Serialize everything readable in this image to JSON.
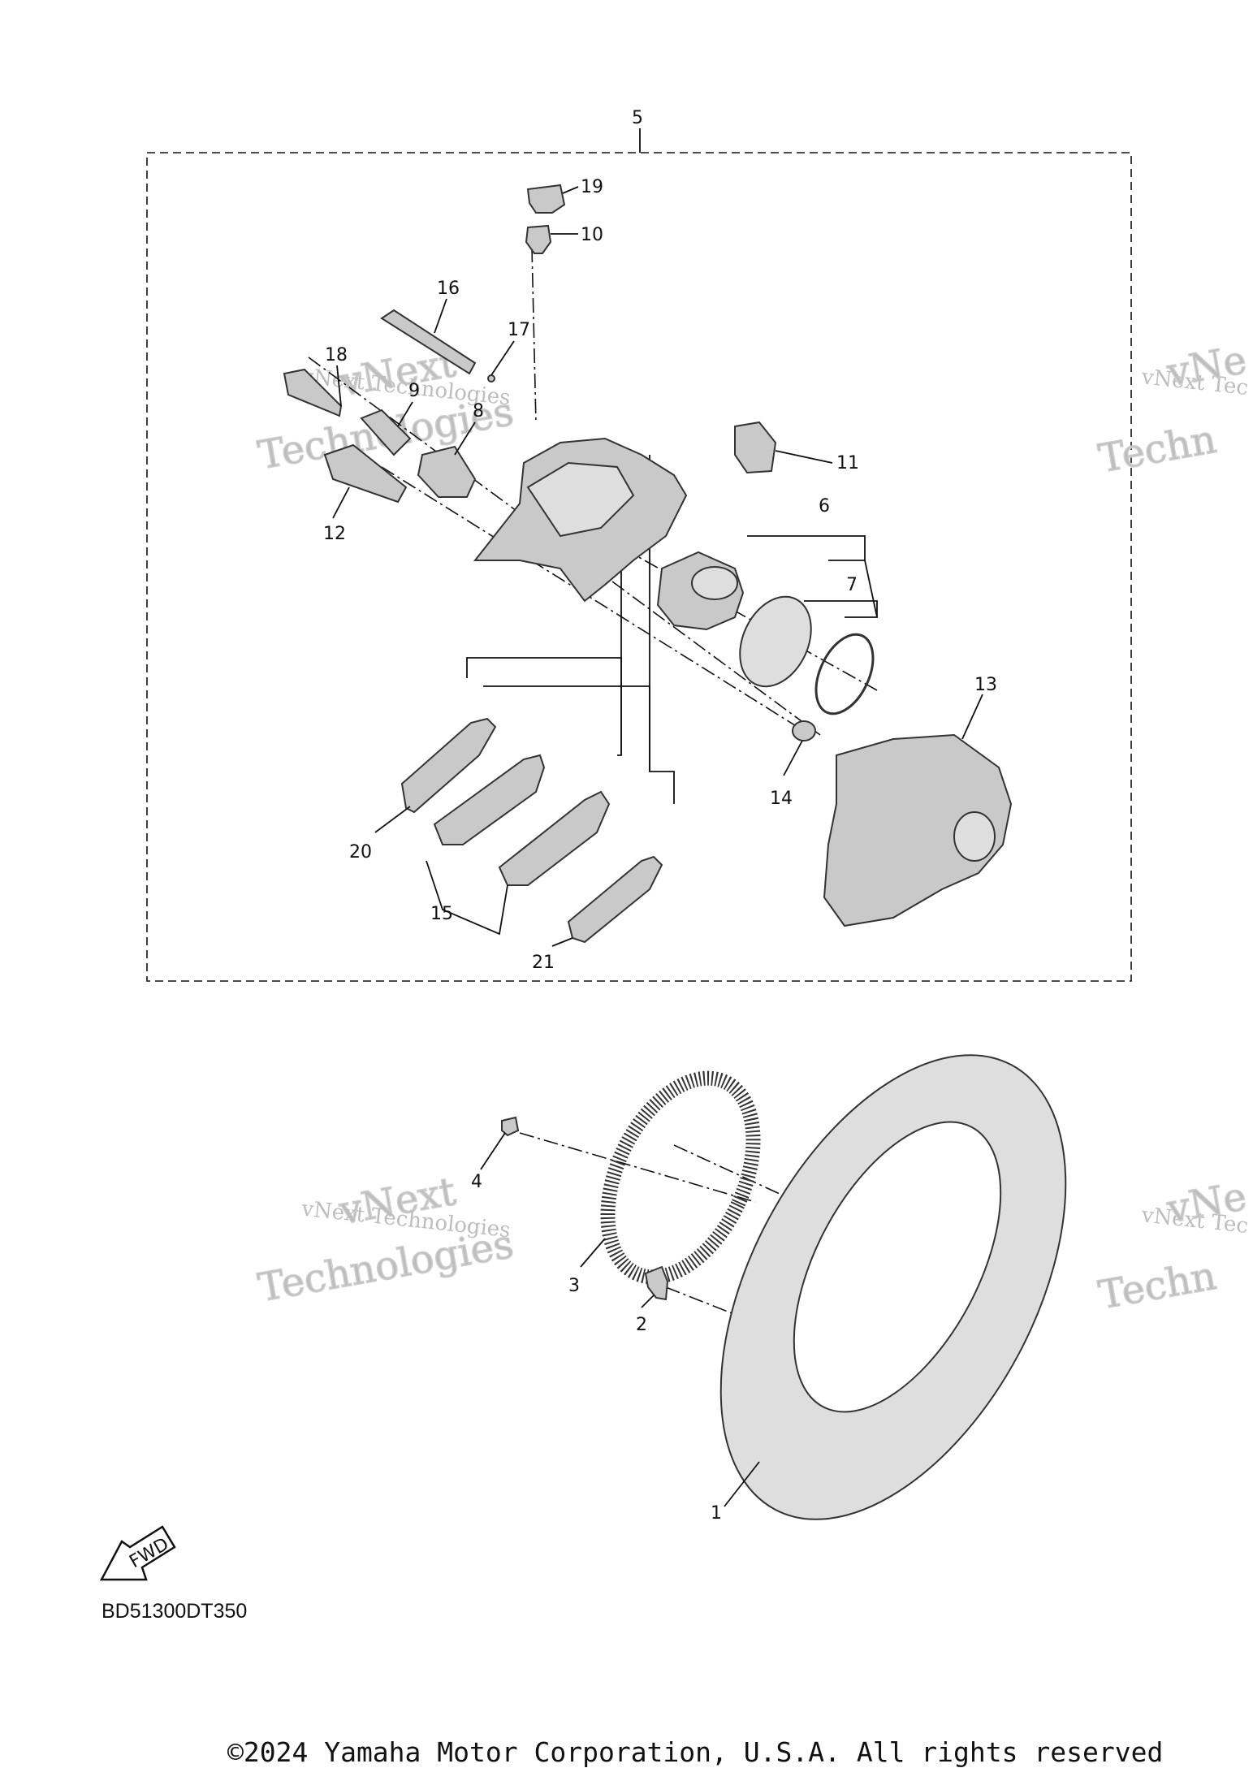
{
  "diagram_code": "BD51300DT350",
  "copyright": "©2024 Yamaha Motor Corporation, U.S.A. All rights reserved",
  "watermark": {
    "line1": "vNext Technologies",
    "line2": "vNext",
    "line3": "Technologies",
    "partial_line1": "vNext Tec",
    "partial_line2": "vNe",
    "partial_line3": "Techn"
  },
  "fwd_label": "FWD",
  "callouts": {
    "c1": "1",
    "c2": "2",
    "c3": "3",
    "c4": "4",
    "c5": "5",
    "c6": "6",
    "c7": "7",
    "c8": "8",
    "c9": "9",
    "c10": "10",
    "c11": "11",
    "c12": "12",
    "c13": "13",
    "c14": "14",
    "c15": "15",
    "c16": "16",
    "c17": "17",
    "c18": "18",
    "c19": "19",
    "c20": "20",
    "c21": "21"
  }
}
